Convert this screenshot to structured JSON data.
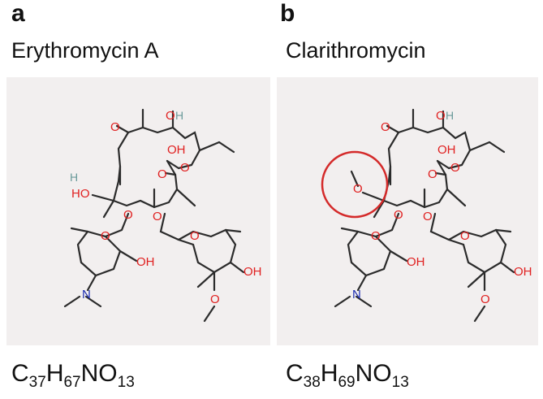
{
  "panels": [
    {
      "letter": "a",
      "name": "Erythromycin  A",
      "formula": {
        "C": "C",
        "c_sub": "37",
        "H": "H",
        "h_sub": "67",
        "rest": "NO",
        "o_sub": "13"
      }
    },
    {
      "letter": "b",
      "name": "Clarithromycin",
      "formula": {
        "C": "C",
        "c_sub": "38",
        "H": "H",
        "h_sub": "69",
        "rest": "NO",
        "o_sub": "13"
      }
    }
  ],
  "atoms": {
    "O": "O",
    "OH": "OH",
    "HO": "HO",
    "H": "H",
    "N": "N"
  },
  "highlight_color": "#d42a2a",
  "colors": {
    "oxygen": "#e02020",
    "nitrogen": "#1a2bb0",
    "hydrogen": "#6a9a9a",
    "background": "#f2efef"
  }
}
